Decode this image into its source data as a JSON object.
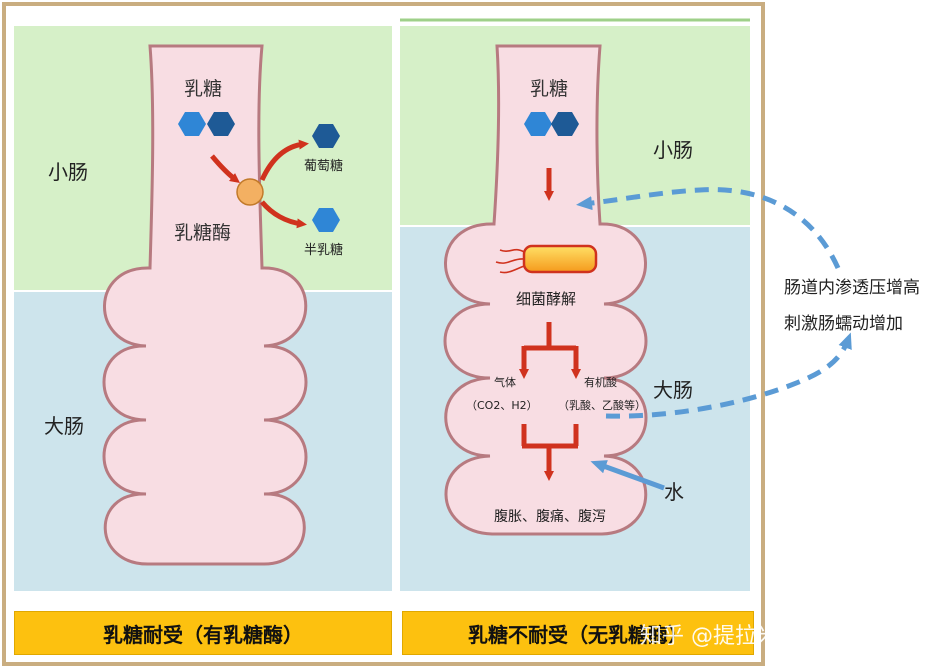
{
  "colors": {
    "small_intestine_bg": "#d6f0c8",
    "large_intestine_bg": "#cde4ec",
    "intestine_fill": "#f8dde3",
    "intestine_outline": "#b77a80",
    "hexagon_dark": "#1e5a96",
    "hexagon_light": "#2f86d6",
    "enzyme": "#f3b062",
    "arrow_red": "#d0321e",
    "arrow_dashed": "#5b9bd5",
    "caption_bg": "#fdc10f",
    "frame": "#c9ad80"
  },
  "left_panel": {
    "zone_small": "小肠",
    "zone_large": "大肠",
    "lactose": "乳糖",
    "lactase": "乳糖酶",
    "glucose": "葡萄糖",
    "galactose": "半乳糖",
    "caption": "乳糖耐受（有乳糖酶）"
  },
  "right_panel": {
    "lactose": "乳糖",
    "zone_small": "小肠",
    "zone_large": "大肠",
    "fermentation": "细菌酵解",
    "gas": "气体",
    "gas_detail": "（CO2、H2）",
    "acid": "有机酸",
    "acid_detail": "（乳酸、乙酸等）",
    "symptoms": "腹胀、腹痛、腹泻",
    "water": "水",
    "caption": "乳糖不耐受（无乳糖酶）"
  },
  "side_note": {
    "line1": "肠道内渗透压增高",
    "line2": "刺激肠蠕动增加"
  },
  "watermark": "知乎 @提拉米TLAMEE"
}
